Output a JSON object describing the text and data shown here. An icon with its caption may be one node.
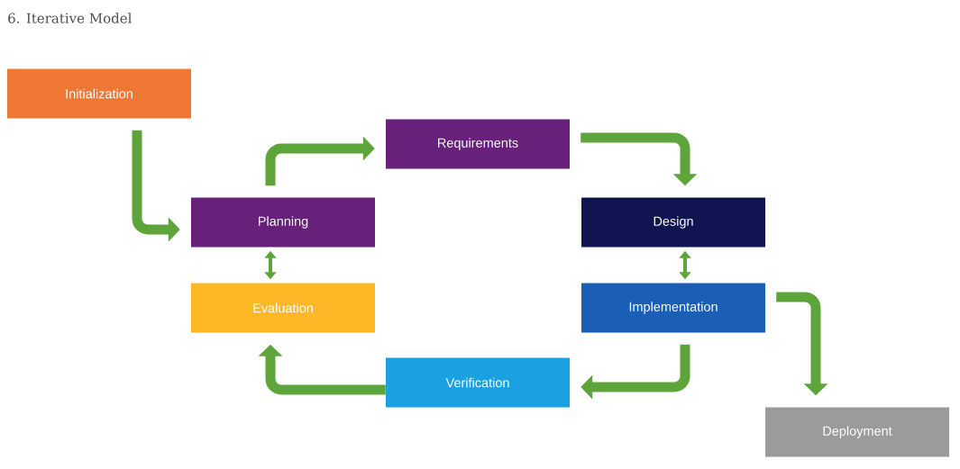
{
  "diagram": {
    "title": "6. Iterative Model",
    "nodes": [
      {
        "text": [
          "Initialization"
        ]
      },
      {
        "text": [
          "Requirements"
        ]
      },
      {
        "text": [
          "Planning"
        ]
      },
      {
        "text": [
          "Design"
        ]
      },
      {
        "text": [
          "Evaluation"
        ]
      },
      {
        "text": [
          "Implementation"
        ]
      },
      {
        "text": [
          "Verification"
        ]
      },
      {
        "text": [
          "Deployment"
        ]
      }
    ],
    "edges": [
      {
        "from": 0,
        "to": 2,
        "arrow": "to"
      },
      {
        "from": 2,
        "to": 1,
        "arrow": "to"
      },
      {
        "from": 1,
        "to": 3,
        "arrow": "to"
      },
      {
        "from": 3,
        "to": 5,
        "arrow": "both"
      },
      {
        "from": 5,
        "to": 6,
        "arrow": "to"
      },
      {
        "from": 6,
        "to": 4,
        "arrow": "to"
      },
      {
        "from": 4,
        "to": 2,
        "arrow": "both"
      },
      {
        "from": 5,
        "to": 7,
        "arrow": "to"
      }
    ]
  }
}
